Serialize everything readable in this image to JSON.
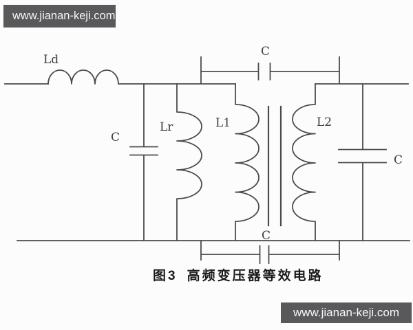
{
  "watermarks": {
    "top": "www.jianan-keji.com",
    "bottom": "www.jianan-keji.com"
  },
  "schematic": {
    "labels": {
      "ld": "Ld",
      "c_input": "C",
      "lr": "Lr",
      "l1": "L1",
      "l2": "L2",
      "c_top": "C",
      "c_bottom": "C",
      "c_output": "C"
    }
  },
  "caption": {
    "figure_no": "图3",
    "title": "高频变压器等效电路"
  },
  "colors": {
    "wire": "#4b4b4b",
    "label_text": "#3d3d3d",
    "caption_text": "#1b1b1b",
    "watermark_bg": "#59595b",
    "watermark_text": "#f7f7f7"
  }
}
